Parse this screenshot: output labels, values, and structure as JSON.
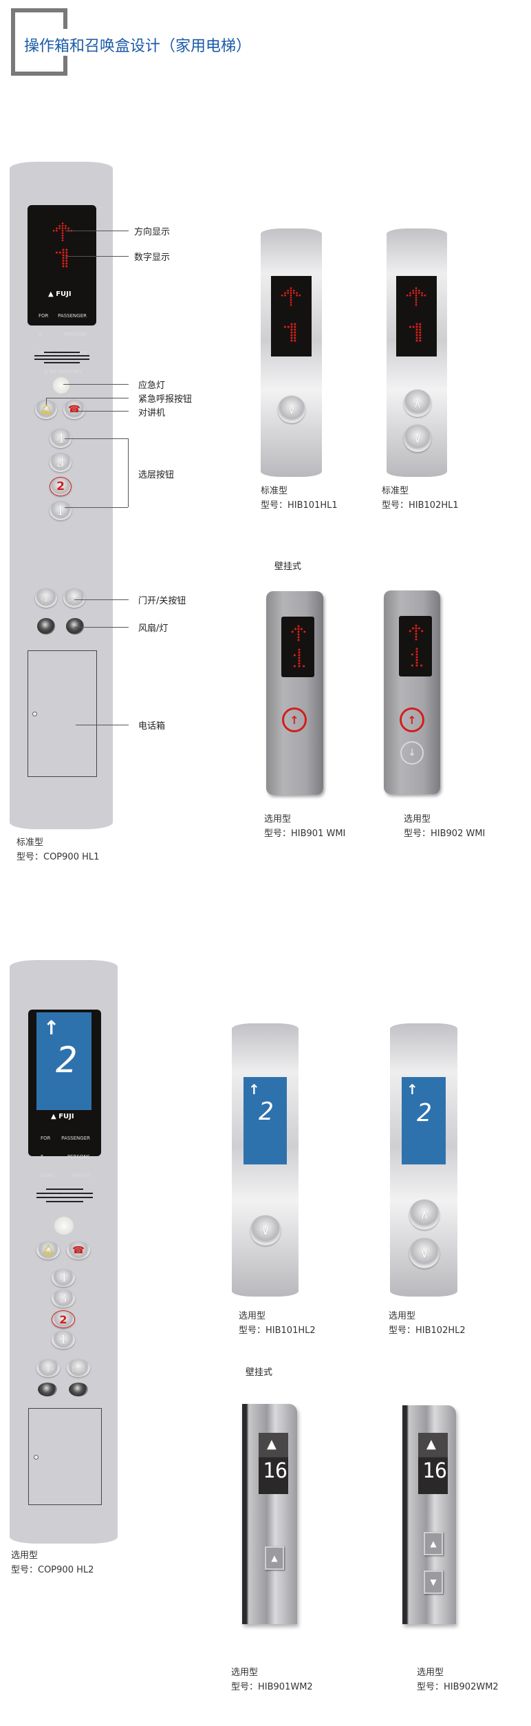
{
  "header": {
    "title": "操作箱和召唤盒设计（家用电梯）"
  },
  "colors": {
    "title": "#1a5aa8",
    "dot_red": "#e0201c",
    "lcd_blue": "#2e72ad",
    "panel": "#cfced3"
  },
  "cop1": {
    "brand": "FUJI",
    "plate": {
      "for": "FOR",
      "passenger": "PASSENGER",
      "persons_n": "5",
      "persons": "PERSONS",
      "load": "LOAD",
      "load_val": "400 KG",
      "no_smoking": "NO SMOKING"
    },
    "floors": [
      "4",
      "3",
      "2",
      "1"
    ],
    "lit_floor": "2",
    "callouts": {
      "direction": "方向显示",
      "digit": "数字显示",
      "emergency_light": "应急灯",
      "alarm": "紧急呼报按钮",
      "intercom": "对讲机",
      "floor_buttons": "选层按钮",
      "door": "门开/关按钮",
      "fan_light": "风扇/灯",
      "phone_box": "电话箱"
    },
    "caption": {
      "type": "标准型",
      "model": "型号：COP900 HL1"
    }
  },
  "hall1": [
    {
      "caption_type": "标准型",
      "caption_model": "型号：HIB101HL1"
    },
    {
      "caption_type": "标准型",
      "caption_model": "型号：HIB102HL1"
    }
  ],
  "wall1": {
    "heading": "壁挂式",
    "items": [
      {
        "caption_type": "选用型",
        "caption_model": "型号：HIB901 WMI"
      },
      {
        "caption_type": "选用型",
        "caption_model": "型号：HIB902 WMI"
      }
    ]
  },
  "cop2": {
    "brand": "FUJI",
    "floor_display": "2",
    "plate": {
      "for": "FOR",
      "passenger": "PASSENGER",
      "persons_n": "5",
      "persons": "PERSONS",
      "load": "LOAD",
      "load_val": "400 KG",
      "no_smoking": "NO SMOKING"
    },
    "floors": [
      "4",
      "3",
      "2",
      "1"
    ],
    "caption": {
      "type": "选用型",
      "model": "型号：COP900 HL2"
    }
  },
  "hall2": [
    {
      "floor_display": "2",
      "caption_type": "选用型",
      "caption_model": "型号：HIB101HL2"
    },
    {
      "floor_display": "2",
      "caption_type": "选用型",
      "caption_model": "型号：HIB102HL2"
    }
  ],
  "wall2": {
    "heading": "壁挂式",
    "floor_display": "16",
    "items": [
      {
        "caption_type": "选用型",
        "caption_model": "型号：HIB901WM2"
      },
      {
        "caption_type": "选用型",
        "caption_model": "型号：HIB902WM2"
      }
    ]
  }
}
